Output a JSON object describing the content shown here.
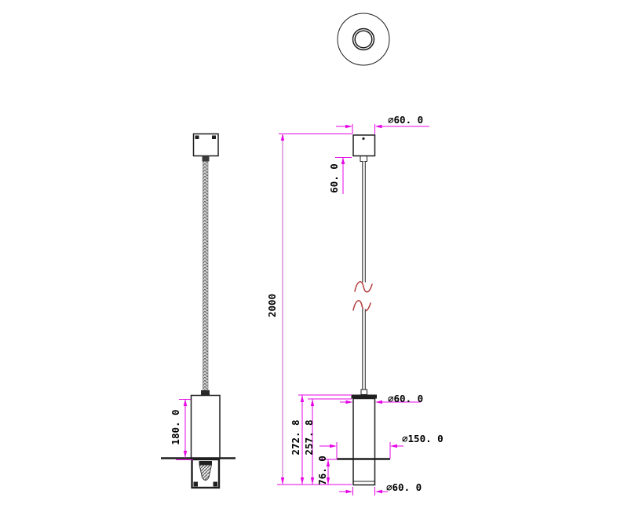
{
  "document": {
    "type": "technical-drawing",
    "subject": "Pendant light fixture - orthographic views with dimensions"
  },
  "colors": {
    "line": "#1f1f1f",
    "dim": "#e606e6",
    "odim": "#cf6fcf",
    "brk": "#b23b3b",
    "bg": "#ffffff"
  },
  "dimensions": {
    "canopy_diameter": "⌀60. 0",
    "canopy_height": "60. 0",
    "overall_drop": "2000",
    "body_diameter": "⌀60. 0",
    "disc_diameter": "⌀150. 0",
    "body_total_height": "272. 8",
    "body_lower_height": "257. 8",
    "below_disc_height": "76. 0",
    "base_diameter": "⌀60. 0",
    "side_body_height": "180. 0"
  }
}
